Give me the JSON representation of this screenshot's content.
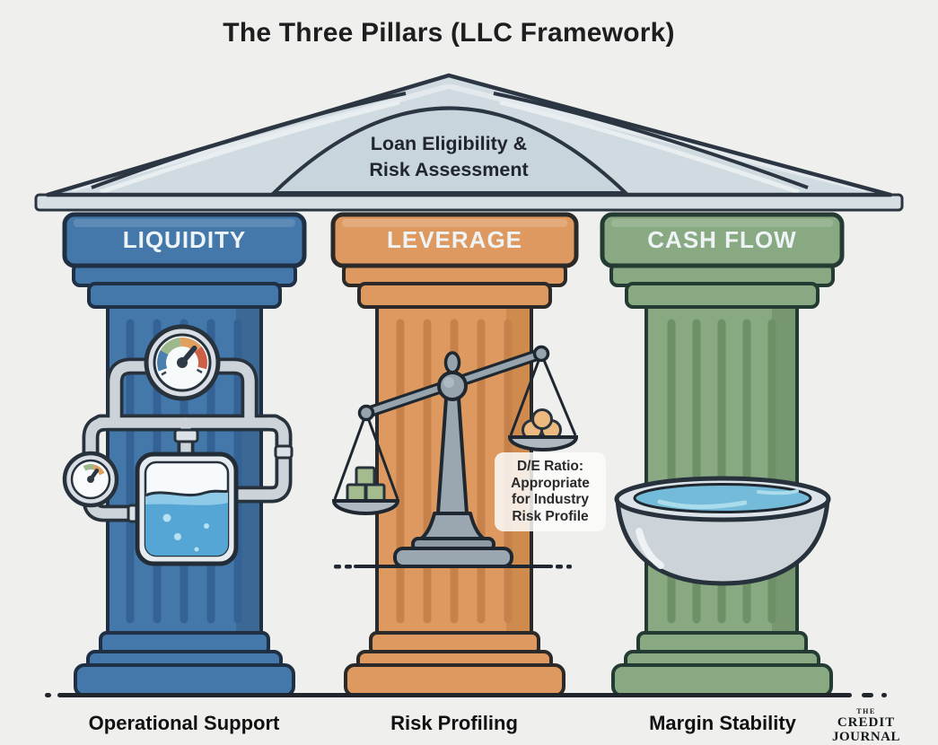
{
  "title": "The Three Pillars (LLC Framework)",
  "pediment": {
    "line1": "Loan Eligibility &",
    "line2": "Risk Assessment"
  },
  "pillars": [
    {
      "label": "LIQUIDITY",
      "caption": "Operational Support",
      "color": "#4478ab",
      "icon": "pressure-gauge-pipes-tank-icon"
    },
    {
      "label": "LEVERAGE",
      "caption": "Risk Profiling",
      "color": "#dd995f",
      "icon": "balance-scale-icon"
    },
    {
      "label": "CASH FLOW",
      "caption": "Margin Stability",
      "color": "#88a981",
      "icon": "water-bowl-icon"
    }
  ],
  "annotation": {
    "line1": "D/E Ratio:",
    "line2": "Appropriate",
    "line3": "for Industry",
    "line4": "Risk Profile"
  },
  "logo": {
    "line1": "THE",
    "line2": "CREDIT",
    "line3": "JOURNAL"
  },
  "colors": {
    "background": "#efefed",
    "outline": "#27323c",
    "pediment_fill": "#cfdae1",
    "liquidity_blue": "#4478ab",
    "leverage_orange": "#dd995f",
    "cashflow_green": "#88a981",
    "water_blue": "#55a6d5",
    "metal_gray": "#97a3ad"
  }
}
